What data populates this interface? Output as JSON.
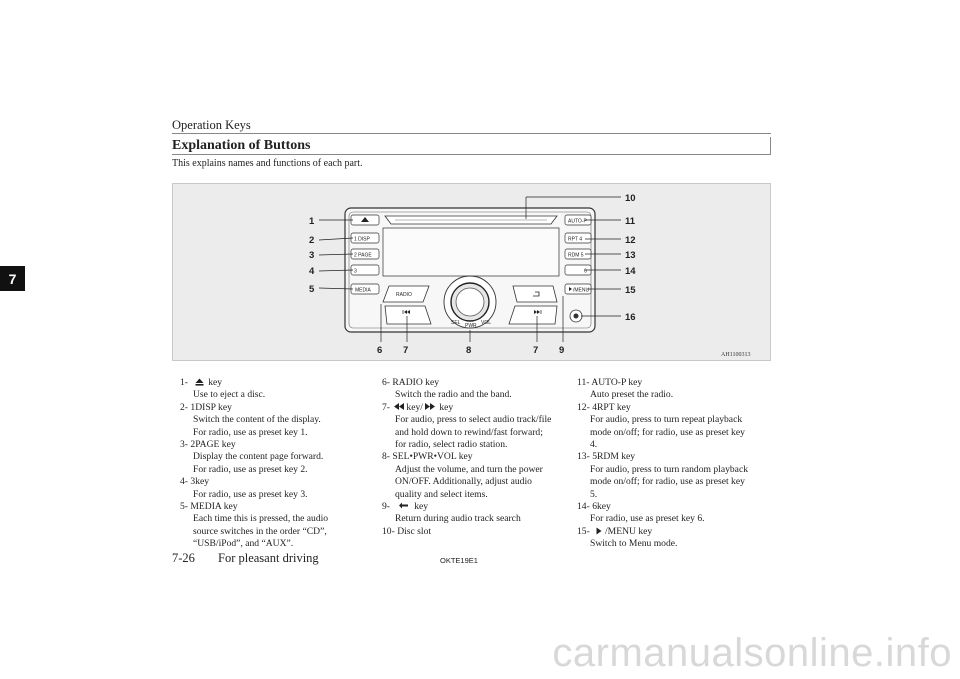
{
  "header": {
    "section": "Operation Keys"
  },
  "title": "Explanation of Buttons",
  "intro": "This explains names and functions of each part.",
  "chapter_tab": "7",
  "figure": {
    "code": "AH1100313",
    "callouts": [
      "1",
      "2",
      "3",
      "4",
      "5",
      "6",
      "7",
      "8",
      "7",
      "9",
      "10",
      "11",
      "12",
      "13",
      "14",
      "15",
      "16"
    ],
    "key_labels": {
      "disp": "1  DISP",
      "page": "2  PAGE",
      "three": "3",
      "media": "MEDIA",
      "radio": "RADIO",
      "autop": "AUTO-P",
      "rpt": "RPT  4",
      "rdm": "RDM  5",
      "six": "6",
      "menu": "/MENU",
      "sel": "SEL",
      "pwr": "PWR",
      "vol": "VOL"
    }
  },
  "columns": [
    [
      {
        "num": "1-",
        "title": "key",
        "icon": "eject",
        "desc": [
          "Use to eject a disc."
        ]
      },
      {
        "num": "2-",
        "title": "1DISP key",
        "desc": [
          "Switch the content of the display.",
          "For radio, use as preset key 1."
        ]
      },
      {
        "num": "3-",
        "title": "2PAGE key",
        "desc": [
          "Display the content page forward.",
          "For radio, use as preset key 2."
        ]
      },
      {
        "num": "4-",
        "title": "3key",
        "desc": [
          "For radio, use as preset key 3."
        ]
      },
      {
        "num": "5-",
        "title": "MEDIA key",
        "desc": [
          "Each time this is pressed, the audio",
          "source switches in the order “CD”,",
          "“USB/iPod”, and “AUX”."
        ]
      }
    ],
    [
      {
        "num": "6-",
        "title": "RADIO key",
        "desc": [
          "Switch the radio and the band."
        ]
      },
      {
        "num": "7-",
        "title": "key/  key",
        "icon": "seek",
        "desc": [
          "For audio, press to select audio track/file",
          "and hold down to rewind/fast forward;",
          "for radio, select radio station."
        ]
      },
      {
        "num": "8-",
        "title": "SEL•PWR•VOL key",
        "desc": [
          "Adjust the volume, and turn the power",
          "ON/OFF. Additionally, adjust audio",
          "quality and select items."
        ]
      },
      {
        "num": "9-",
        "title": "key",
        "icon": "return",
        "desc": [
          "Return during audio track search"
        ]
      },
      {
        "num": "10-",
        "title": "Disc slot",
        "desc": []
      }
    ],
    [
      {
        "num": "11-",
        "title": "AUTO-P key",
        "desc": [
          "Auto preset the radio."
        ]
      },
      {
        "num": "12-",
        "title": "4RPT key",
        "desc": [
          "For audio, press to turn repeat playback",
          "mode on/off; for radio, use as preset key",
          "4."
        ]
      },
      {
        "num": "13-",
        "title": "5RDM key",
        "desc": [
          "For audio, press to turn random playback",
          "mode on/off; for radio, use as preset key",
          "5."
        ]
      },
      {
        "num": "14-",
        "title": "6key",
        "desc": [
          "For radio, use as preset key 6."
        ]
      },
      {
        "num": "15-",
        "title": "/MENU key",
        "icon": "menu",
        "desc": [
          "Switch to Menu mode."
        ]
      }
    ]
  ],
  "footer": {
    "page": "7-26",
    "title": "For pleasant driving",
    "code": "OKTE19E1"
  },
  "watermark": "carmanualsonline.info"
}
